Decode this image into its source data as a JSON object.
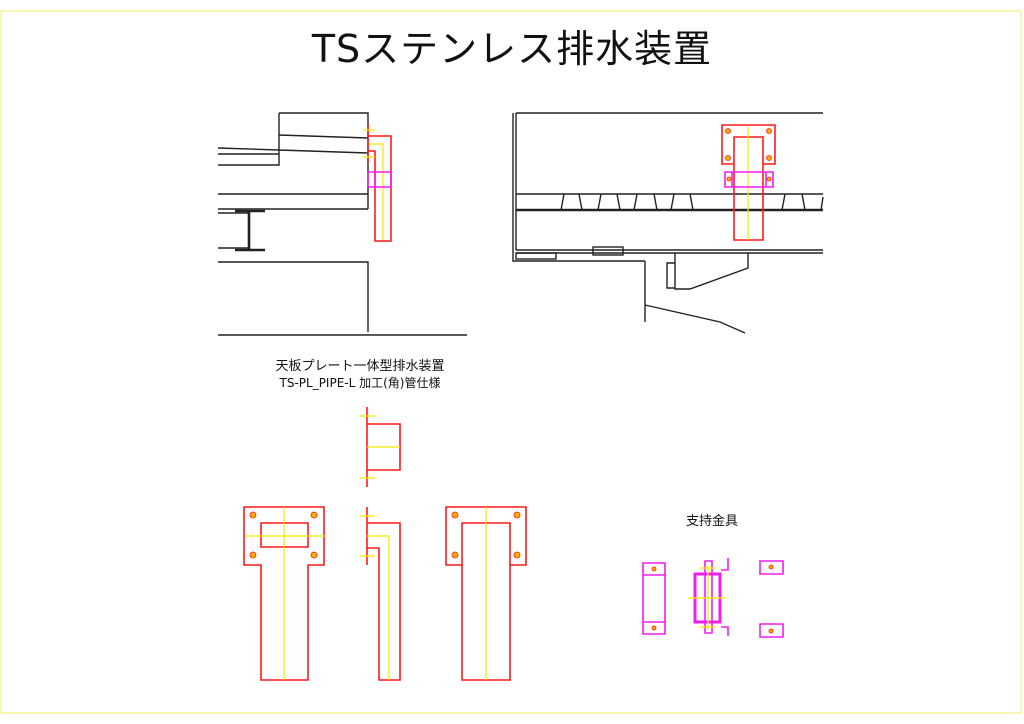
{
  "title": "TSステンレス排水装置",
  "product": {
    "name": "天板プレート一体型排水装置",
    "model": "TS-PL_PIPE-L 加工(角)管仕様"
  },
  "support_label": "支持金具",
  "colors": {
    "outline": "#222222",
    "drain": "#ff1a1a",
    "centerline": "#f5e800",
    "bracket": "#f01ef0",
    "border": "#f5f080"
  }
}
